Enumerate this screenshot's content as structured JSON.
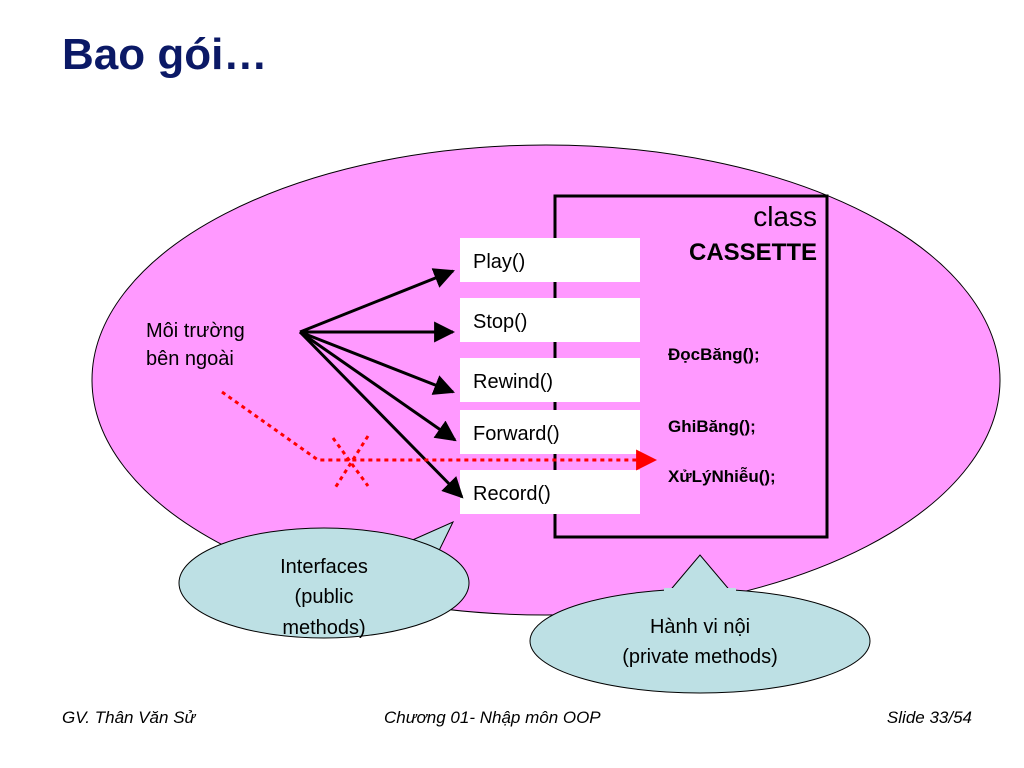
{
  "slide": {
    "title": "Bao gói…"
  },
  "diagram": {
    "class_keyword": "class",
    "class_name": "CASSETTE",
    "environment_line1": "Môi trường",
    "environment_line2": "bên ngoài",
    "public_methods": [
      "Play()",
      "Stop()",
      "Rewind()",
      "Forward()",
      "Record()"
    ],
    "private_methods": [
      "ĐọcBăng();",
      "GhiBăng();",
      "XửLýNhiễu();"
    ],
    "callout_interfaces": [
      "Interfaces",
      "(public",
      "methods)"
    ],
    "callout_private": [
      "Hành vi nội",
      "(private methods)"
    ],
    "colors": {
      "ellipse_fill": "#ff99ff",
      "callout_fill": "#bde0e4",
      "title": "#0b1966",
      "blocked_path": "#ff0000"
    }
  },
  "footer": {
    "author": "GV. Thân Văn Sử",
    "chapter": "Chương 01- Nhập môn OOP",
    "slide_number": "Slide 33/54"
  }
}
